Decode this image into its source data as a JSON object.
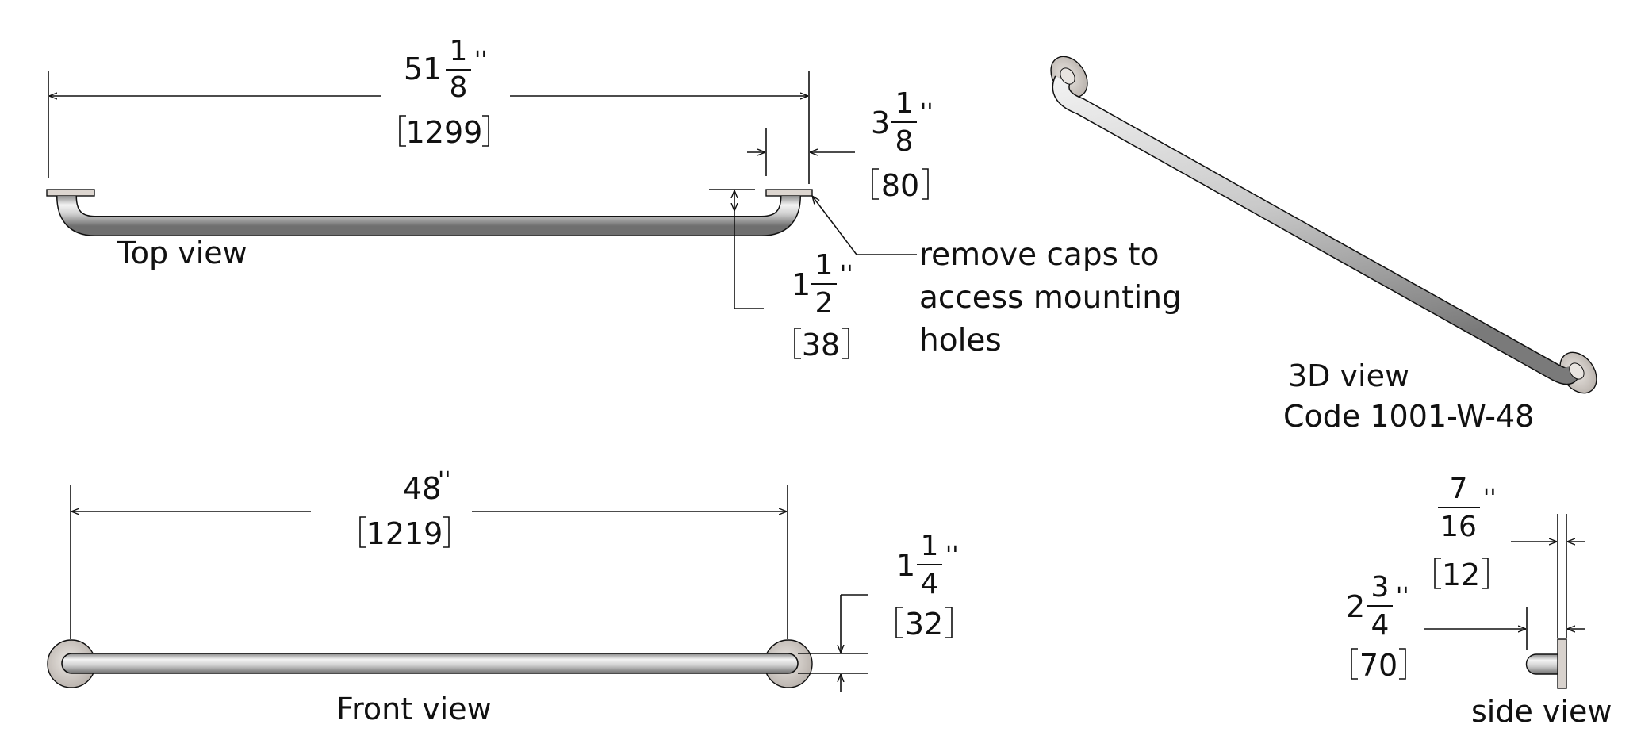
{
  "views": {
    "top": "Top view",
    "front": "Front view",
    "side": "side view",
    "iso": "3D view",
    "code": "Code 1001-W-48"
  },
  "note": {
    "line1": "remove caps to",
    "line2": "access mounting",
    "line3": "holes"
  },
  "dims": {
    "overall": {
      "whole": "51",
      "num": "1",
      "den": "8",
      "unit": "''",
      "metric": "1299"
    },
    "flange": {
      "whole": "3",
      "num": "1",
      "den": "8",
      "unit": "''",
      "metric": "80"
    },
    "clearance": {
      "whole": "1",
      "num": "1",
      "den": "2",
      "unit": "''",
      "metric": "38"
    },
    "length": {
      "whole": "48",
      "unit": "''",
      "metric": "1219"
    },
    "diameter": {
      "whole": "1",
      "num": "1",
      "den": "4",
      "unit": "''",
      "metric": "32"
    },
    "thickness": {
      "num": "7",
      "den": "16",
      "unit": "''",
      "metric": "12"
    },
    "projection": {
      "whole": "2",
      "num": "3",
      "den": "4",
      "unit": "''",
      "metric": "70"
    }
  },
  "colors": {
    "line": "#111111",
    "steel": "#c8c8c8",
    "flange": "#d6d0cb"
  }
}
